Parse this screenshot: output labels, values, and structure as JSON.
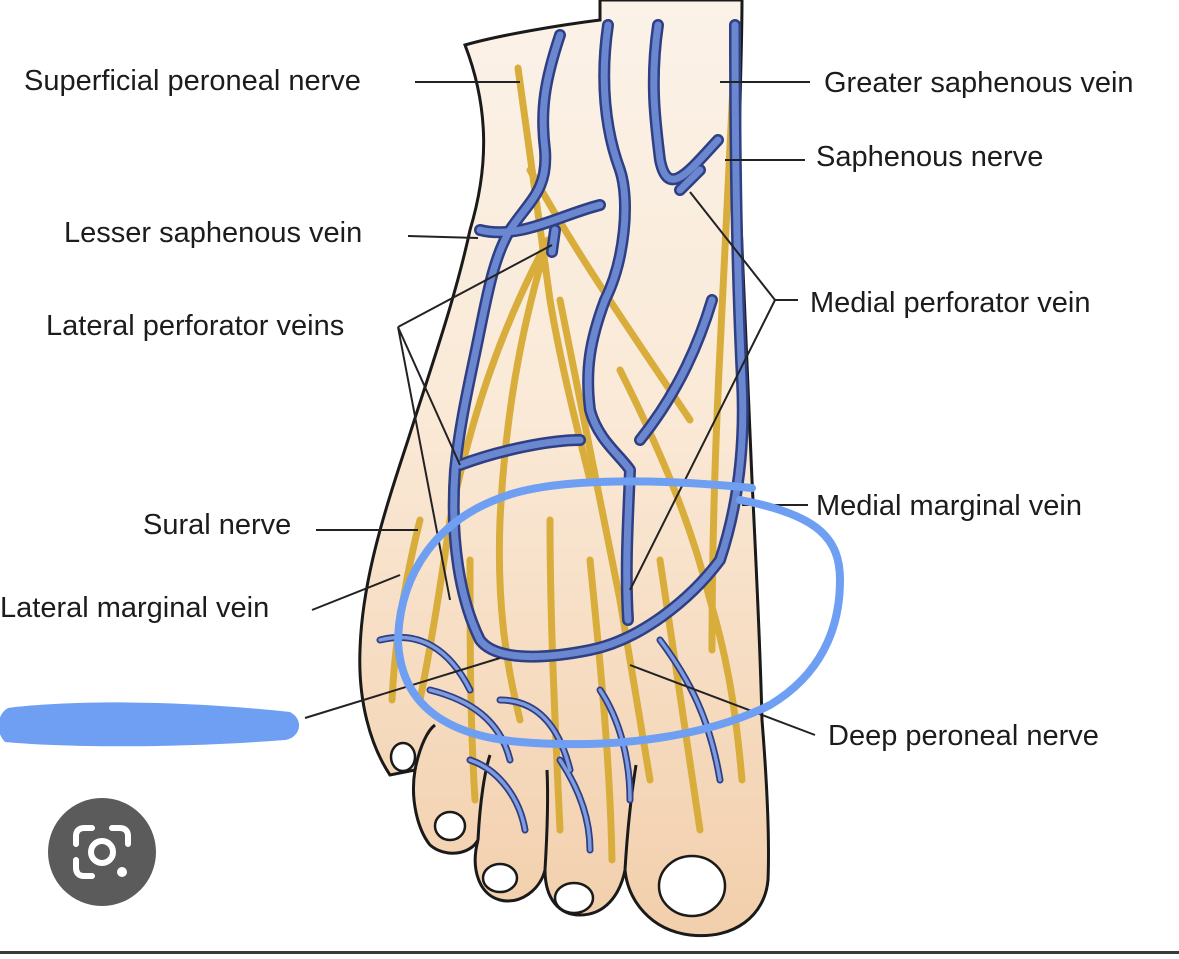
{
  "labels": {
    "superficial_peroneal_nerve": "Superficial peroneal nerve",
    "greater_saphenous_vein": "Greater saphenous vein",
    "saphenous_nerve": "Saphenous nerve",
    "lesser_saphenous_vein": "Lesser saphenous vein",
    "lateral_perforator_veins": "Lateral perforator veins",
    "medial_perforator_vein": "Medial perforator vein",
    "medial_marginal_vein": "Medial marginal vein",
    "sural_nerve": "Sural nerve",
    "lateral_marginal_vein": "Lateral marginal vein",
    "deep_peroneal_nerve": "Deep peroneal nerve"
  },
  "icons": {
    "lens": "google-lens-icon"
  },
  "colors": {
    "skin": "#f7dcc0",
    "skin_light": "#fbeee0",
    "nerve": "#d9ad3c",
    "vein_fill": "#6a87cf",
    "vein_edge": "#2e3f84",
    "annotation": "#6f9ff2",
    "outline": "#1a1a1a",
    "leader": "#222222"
  }
}
